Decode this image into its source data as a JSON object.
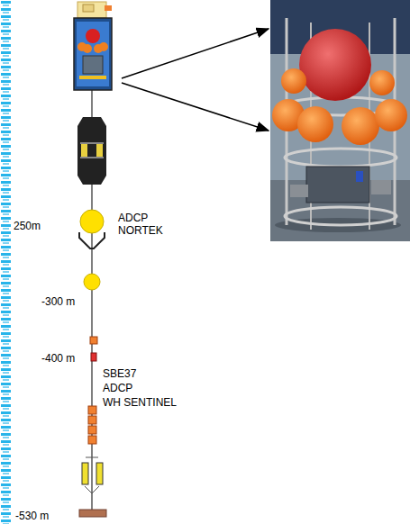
{
  "diagram": {
    "labels": [
      "250m",
      "ADCP",
      "NORTEK",
      "-300 m",
      "-400 m",
      "SBE37",
      "ADCP",
      "WH SENTINEL",
      "-530 m"
    ]
  }
}
